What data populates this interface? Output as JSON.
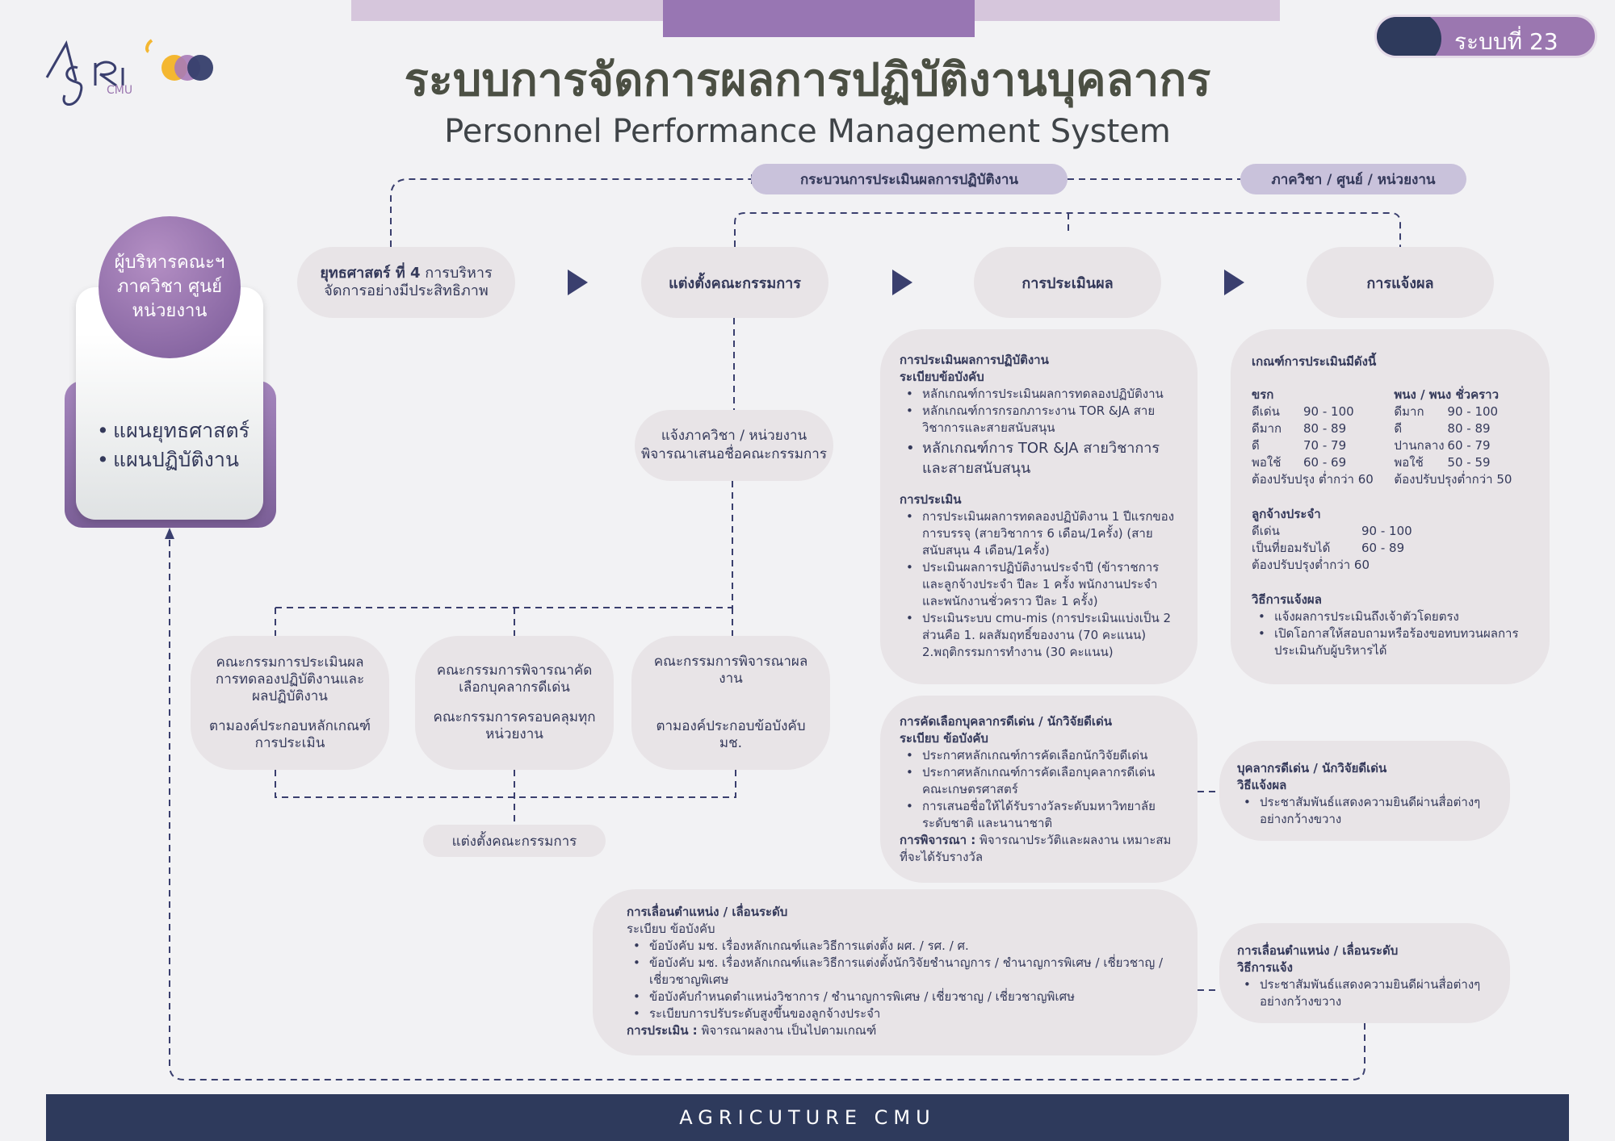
{
  "header": {
    "logo_word": "Agri",
    "logo_sub": "CMU",
    "system_badge": "ระบบที่ 23",
    "title_th": "ระบบการจัดการผลการปฏิบัติงานบุคลากร",
    "title_en": "Personnel Performance Management System"
  },
  "tags": {
    "process": "กระบวนการประเมินผลการปฏิบัติงาน",
    "department": "ภาควิชา / ศูนย์ / หน่วยงาน"
  },
  "executive": {
    "circle_text": "ผู้บริหารคณะฯ ภาควิชา ศูนย์ หน่วยงาน",
    "items": [
      "แผนยุทธศาสตร์",
      "แผนปฏิบัติงาน"
    ]
  },
  "flow": {
    "strategy_bold": "ยุทธศาสตร์ ที่ 4",
    "strategy_rest_1": " การบริหาร",
    "strategy_rest_2": "จัดการอย่างมีประสิทธิภาพ",
    "appoint": "แต่งตั้งคณะกรรมการ",
    "evaluate": "การประเมินผล",
    "notify": "การแจ้งผล"
  },
  "notify_dept": {
    "line1": "แจ้งภาควิชา / หน่วยงาน",
    "line2": "พิจารณาเสนอชื่อคณะกรรมการ"
  },
  "committees": [
    {
      "title": "คณะกรรมการประเมินผลการทดลองปฏิบัติงานและผลปฏิบัติงาน",
      "sub": "ตามองค์ประกอบหลักเกณฑ์การประเมิน"
    },
    {
      "title": "คณะกรรมการพิจารณาคัดเลือกบุคลากรดีเด่น",
      "sub": "คณะกรรมการครอบคลุมทุกหน่วยงาน"
    },
    {
      "title": "คณะกรรมการพิจารณาผลงาน",
      "sub": "ตามองค์ประกอบข้อบังคับ มช."
    }
  ],
  "appoint_bottom": "แต่งตั้งคณะกรรมการ",
  "evaluation_box": {
    "head1": "การประเมินผลการปฏิบัติงาน",
    "head2": "ระเบียบข้อบังคับ",
    "rules": [
      "หลักเกณฑ์การประเมินผลการทดลองปฏิบัติงาน",
      "หลักเกณฑ์การกรอกภาระงาน TOR &JA สายวิชาการและสายสนับสนุน"
    ],
    "rule_big": "หลักเกณฑ์การ TOR &JA สายวิชาการและสายสนับสนุน",
    "eval_head": "การประเมิน",
    "eval_items": [
      "การประเมินผลการทดลองปฏิบัติงาน 1 ปีแรกของการบรรจุ (สายวิชาการ 6 เดือน/1ครั้ง) (สายสนับสนุน 4 เดือน/1ครั้ง)",
      "ประเมินผลการปฏิบัติงานประจำปี (ข้าราชการและลูกจ้างประจำ ปีละ 1 ครั้ง พนักงานประจำ และพนักงานชั่วคราว ปีละ 1 ครั้ง)",
      "ประเมินระบบ cmu-mis (การประเมินแบ่งเป็น 2 ส่วนคือ 1. ผลสัมฤทธิ์ของงาน (70 คะแนน) 2.พฤติกรรมการทำงาน (30 คะแนน)"
    ]
  },
  "criteria_box": {
    "head": "เกณฑ์การประเมินมีดังนี้",
    "col1_head": "ขรก",
    "col1": [
      [
        "ดีเด่น",
        "90 - 100"
      ],
      [
        "ดีมาก",
        "80 - 89"
      ],
      [
        "ดี",
        "70 - 79"
      ],
      [
        "พอใช้",
        "60 - 69"
      ]
    ],
    "col1_last": "ต้องปรับปรุง ต่ำกว่า 60",
    "col2_head": "พนง / พนง ชั่วคราว",
    "col2": [
      [
        "ดีมาก",
        "90 - 100"
      ],
      [
        "ดี",
        "80 - 89"
      ],
      [
        "ปานกลาง",
        "60 - 79"
      ],
      [
        "พอใช้",
        "50 - 59"
      ]
    ],
    "col2_last": "ต้องปรับปรุงต่ำกว่า 50",
    "emp_head": "ลูกจ้างประจำ",
    "emp": [
      [
        "ดีเด่น",
        "90 - 100"
      ],
      [
        "เป็นที่ยอมรับได้",
        "60 - 89"
      ]
    ],
    "emp_last": "ต้องปรับปรุงต่ำกว่า  60",
    "method_head": "วิธีการแจ้งผล",
    "methods": [
      "แจ้งผลการประเมินถึงเจ้าตัวโดยตรง",
      "เปิดโอกาสให้สอบถามหรือร้องขอทบทวนผลการประเมินกับผู้บริหารได้"
    ]
  },
  "selection_box": {
    "head1": "การคัดเลือกบุคลากรดีเด่น / นักวิจัยดีเด่น",
    "head2": "ระเบียบ ข้อบังคับ",
    "items": [
      "ประกาศหลักเกณฑ์การคัดเลือกนักวิจัยดีเด่น",
      "ประกาศหลักเกณฑ์การคัดเลือกบุคลากรดีเด่นคณะเกษตรศาสตร์",
      "การเสนอชื่อให้ได้รับรางวัลระดับมหาวิทยาลัย ระดับชาติ และนานาชาติ"
    ],
    "consider_label": "การพิจารณา :",
    "consider_text": " พิจารณาประวัติและผลงาน เหมาะสมที่จะได้รับรางวัล"
  },
  "outstanding_box": {
    "head1": "บุคลากรดีเด่น / นักวิจัยดีเด่น",
    "head2": "วิธีแจ้งผล",
    "items": [
      "ประชาสัมพันธ์แสดงความยินดีผ่านสื่อต่างๆ อย่างกว้างขวาง"
    ]
  },
  "promotion_box": {
    "head1": "การเลื่อนตำแหน่ง / เลื่อนระดับ",
    "head2": "ระเบียบ ข้อบังคับ",
    "items": [
      "ข้อบังคับ มช. เรื่องหลักเกณฑ์และวิธีการแต่งตั้ง ผศ. / รศ. / ศ.",
      "ข้อบังคับ มช. เรื่องหลักเกณฑ์และวิธีการแต่งตั้งนักวิจัยชำนาญการ / ชำนาญการพิเศษ / เชี่ยวชาญ / เชี่ยวชาญพิเศษ",
      "ข้อบังคับกำหนดตำแหน่งวิชาการ / ชำนาญการพิเศษ / เชี่ยวชาญ / เชี่ยวชาญพิเศษ",
      "ระเบียบการปรับระดับสูงขึ้นของลูกจ้างประจำ"
    ],
    "eval_label": "การประเมิน :",
    "eval_text": "  พิจารณาผลงาน เป็นไปตามเกณฑ์"
  },
  "promotion_notify": {
    "head1": "การเลื่อนตำแหน่ง / เลื่อนระดับ",
    "head2": "วิธีการแจ้ง",
    "items": [
      "ประชาสัมพันธ์แสดงความยินดีผ่านสื่อต่างๆ อย่างกว้างขวาง"
    ]
  },
  "footer": {
    "text": "AGRICUTURE CMU"
  },
  "colors": {
    "navy": "#2e3a5c",
    "purple": "#9b77b0",
    "lilac": "#d7c8de",
    "pill": "#e8e4e7",
    "gold": "#f4b731"
  }
}
